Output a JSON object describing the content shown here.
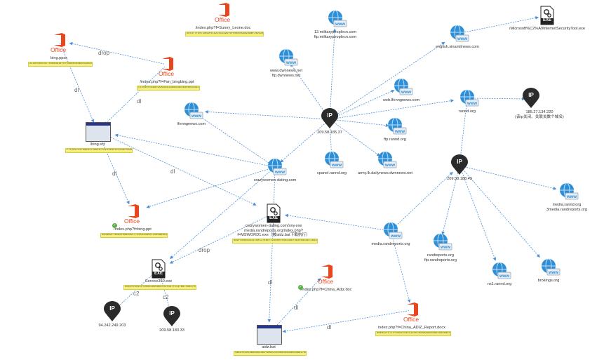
{
  "nodes": {
    "ip_main": {
      "label": "209.58.185.37",
      "icon": "ip-pin-icon",
      "icon_text": "IP"
    },
    "ip_185": {
      "label": "185.27.134.220",
      "sublabel": "(该ip关闭、关联关数个域名)",
      "icon": "ip-pin-icon",
      "icon_text": "IP"
    },
    "ip_188": {
      "label": "209.58.188.49",
      "icon": "ip-pin-icon",
      "icon_text": "IP"
    },
    "ip_94": {
      "label": "94.242.249.203",
      "icon": "ip-pin-icon",
      "icon_text": "IP"
    },
    "ip_183": {
      "label": "209.58.183.33",
      "icon": "ip-pin-icon",
      "icon_text": "IP"
    },
    "sunny_doc": {
      "label": "/index.php?f=Sunny_Leone.doc",
      "hash": "88f9f7fd073ad9f01623551999f6f086c08499d8ae769528bc3e208aa235b8209168",
      "icon": "ms-office-icon",
      "icon_text": "Office"
    },
    "bing_ppsx": {
      "label": "bing.ppsx",
      "hash": "244dfbbccd17fe60d91ef5f40bbe1e8ace4285078a508e94e9779f2dcd8dd820",
      "icon": "ms-office-icon",
      "icon_text": "Office"
    },
    "fan_ppt": {
      "label": "/index.php?f=Fan_bingbing.ppt",
      "hash": "f2404ef5ba8f95e08cb39a0bcacea4e605b4b3e44b72950e7b7d461c8956a40",
      "icon": "ms-office-icon",
      "icon_text": "Office"
    },
    "military": {
      "label": "12.militarypeoplecn.com",
      "sublabel": "ftp.militarypeoplecn.com",
      "icon": "domain-globe-icon"
    },
    "exe_ms": {
      "label": "/Microsoft%C2%A9InternetSecurityTool.exe",
      "icon": "exe-file-icon",
      "icon_text": "EXE"
    },
    "english_sina": {
      "label": "english.sinamilnews.com",
      "icon": "domain-globe-icon"
    },
    "dwnnews": {
      "label": "www.dwnnews.net",
      "sublabel": "ftp.dwnnews.net",
      "icon": "domain-globe-icon"
    },
    "web_lfenng": {
      "label": "web.lfenngnews.com",
      "icon": "domain-globe-icon"
    },
    "lfenngnews": {
      "label": "lfenngnews.com",
      "icon": "domain-globe-icon"
    },
    "rannd": {
      "label": "rannd.org",
      "icon": "domain-globe-icon"
    },
    "ftp_rannd": {
      "label": "ftp.rannd.org",
      "icon": "domain-globe-icon"
    },
    "bing_sct": {
      "label": "/bing.sct",
      "hash": "f7f2c67c47ba2b174cb4e7f01c4e4c1c1c46f303088d6fe2c2ba7f56d3efe71c2f",
      "icon": "script-window-icon"
    },
    "cpanel": {
      "label": "cpanel.rannd.org",
      "icon": "domain-globe-icon"
    },
    "army": {
      "label": "army.lk.dailynews.dwnnews.net",
      "icon": "domain-globe-icon"
    },
    "crazywomen": {
      "label": "crazywomen-dating.com",
      "icon": "domain-globe-icon"
    },
    "media_rannd": {
      "label": "media.rannd.org",
      "sublabel": "3media.randreports.org",
      "icon": "domain-globe-icon"
    },
    "bing_ppt": {
      "label": "/index.php?f=bing.ppt",
      "hash": "e80a09f74bb0f0d6b35577ce5443850720e1a8bc2f40a783c5b8d0d5ee10e8095",
      "icon": "ms-office-icon",
      "icon_text": "Office"
    },
    "sny_exe": {
      "label": "crazywomen-dating.com/sny.exe",
      "sublabel": "media.randreports.org/index.php?",
      "sublabel2": "f=MSWORD1.exe（被aidz.bat下载执行）",
      "hash": "d89f5e89d4831f9e537eac723466e4f6b2d9b7d62ec858b718d3a54605344415",
      "icon": "exe-file-icon",
      "icon_text": "EXE"
    },
    "media_rand": {
      "label": "media.randreports.org",
      "icon": "domain-globe-icon"
    },
    "randreports": {
      "label": "randreports.org",
      "sublabel": "ftp.randreports.org",
      "icon": "domain-globe-icon"
    },
    "ns1_rannd": {
      "label": "ns1.rannd.org",
      "icon": "domain-globe-icon"
    },
    "brokings": {
      "label": "brokings.org",
      "icon": "domain-globe-icon"
    },
    "service360": {
      "label": "Service360.exe",
      "hash": "3061fc5d15ff9d045eb08b5f04f3d7f511fb9744d27c8d8f60805f1f17f83010",
      "icon": "exe-file-icon",
      "icon_text": "EXE"
    },
    "china_doc": {
      "label": "/index.php?f=China_Adiz.doc",
      "icon": "ms-office-icon",
      "icon_text": "Office"
    },
    "china_docx": {
      "label": "index.php?f=China_ADIZ_Report.docx",
      "hash": "0ee6d2f971cf8b810449132887a0ba9986bcad1668ea4d5c8e0d9b41e15c0",
      "icon": "ms-office-icon",
      "icon_text": "Office"
    },
    "aidz_bat": {
      "label": "aidz.bat",
      "hash": "5a65f81e186b9563d62f9e9524c06d0b4d8e5099917db2978bd91461b5cde3",
      "icon": "script-window-icon"
    }
  },
  "edge_labels": {
    "drop": "drop",
    "dl": "dl",
    "c2": "c2"
  },
  "colors": {
    "edge": "#4a90d9",
    "office": "#e8461e",
    "ip_pin": "#2b2b2b",
    "hash_bg": "#f4f07a",
    "globe": "#2f8fd6"
  }
}
